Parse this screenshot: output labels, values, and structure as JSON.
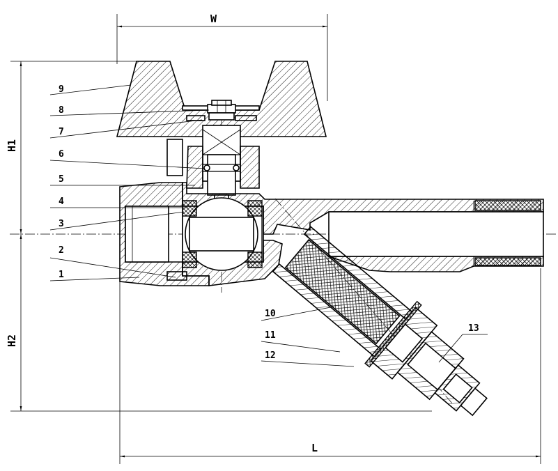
{
  "dimensions": {
    "width_label": "W",
    "length_label": "L",
    "height_top_label": "H1",
    "height_bottom_label": "H2"
  },
  "part_labels": [
    "1",
    "2",
    "3",
    "4",
    "5",
    "6",
    "7",
    "8",
    "9",
    "10",
    "11",
    "12",
    "13"
  ],
  "colors": {
    "line": "#000000",
    "background": "#ffffff"
  }
}
